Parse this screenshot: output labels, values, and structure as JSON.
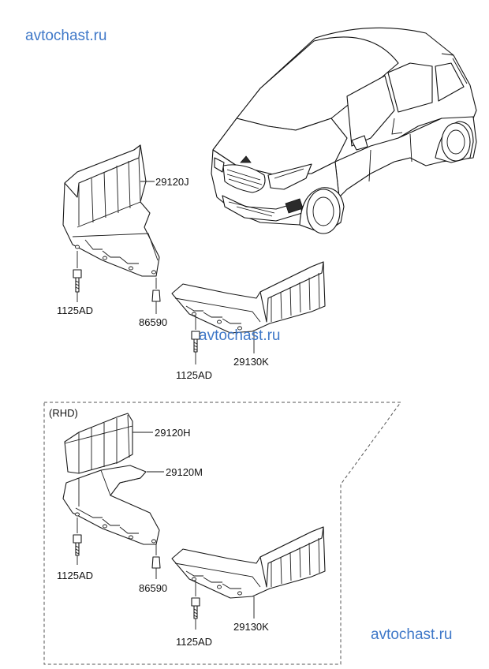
{
  "watermarks": {
    "top_left": "avtochast.ru",
    "middle": "avtochast.ru",
    "bottom_right": "avtochast.ru"
  },
  "main_diagram": {
    "label_29120J": "29120J",
    "label_1125AD_left": "1125AD",
    "label_86590": "86590",
    "label_1125AD_right": "1125AD",
    "label_29130K": "29130K"
  },
  "rhd_box": {
    "title": "(RHD)",
    "label_29120H": "29120H",
    "label_29120M": "29120M",
    "label_1125AD_left": "1125AD",
    "label_86590": "86590",
    "label_1125AD_right": "1125AD",
    "label_29130K": "29130K"
  },
  "colors": {
    "watermark": "#3f78c8",
    "line": "#1a1a1a"
  }
}
